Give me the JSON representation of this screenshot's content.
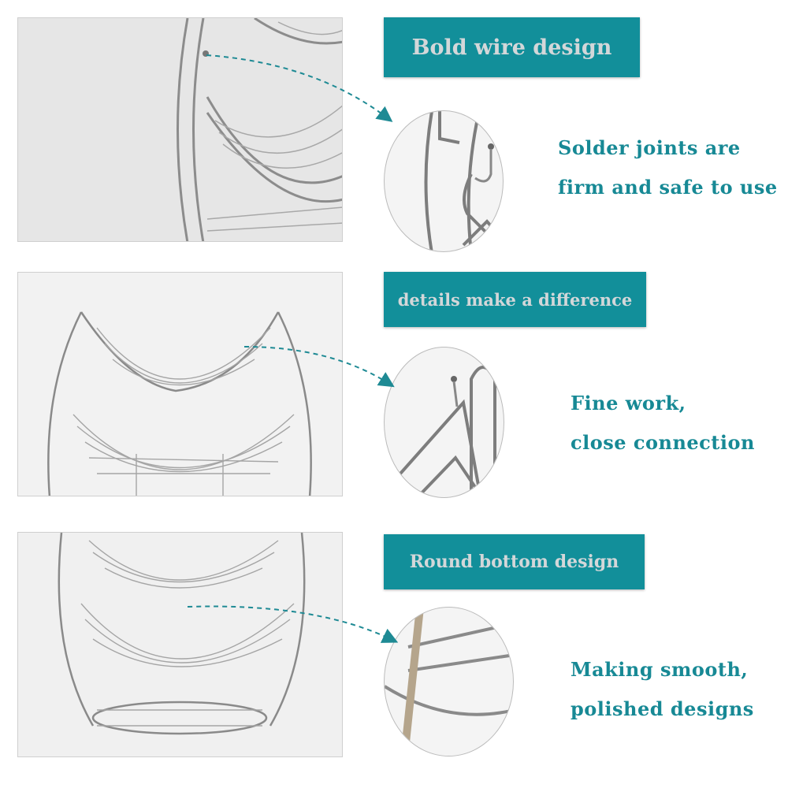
{
  "sections": [
    {
      "banner": "Bold wire design",
      "caption_lines": [
        "Solder joints are",
        "firm and safe to use"
      ]
    },
    {
      "banner": "details make a difference",
      "caption_lines": [
        "Fine work,",
        "close connection"
      ]
    },
    {
      "banner": "Round bottom design",
      "caption_lines": [
        "Making smooth,",
        "polished designs"
      ]
    }
  ],
  "colors": {
    "banner_bg": "#128f9a",
    "banner_text": "#d3d7d9",
    "caption_text": "#178995"
  }
}
